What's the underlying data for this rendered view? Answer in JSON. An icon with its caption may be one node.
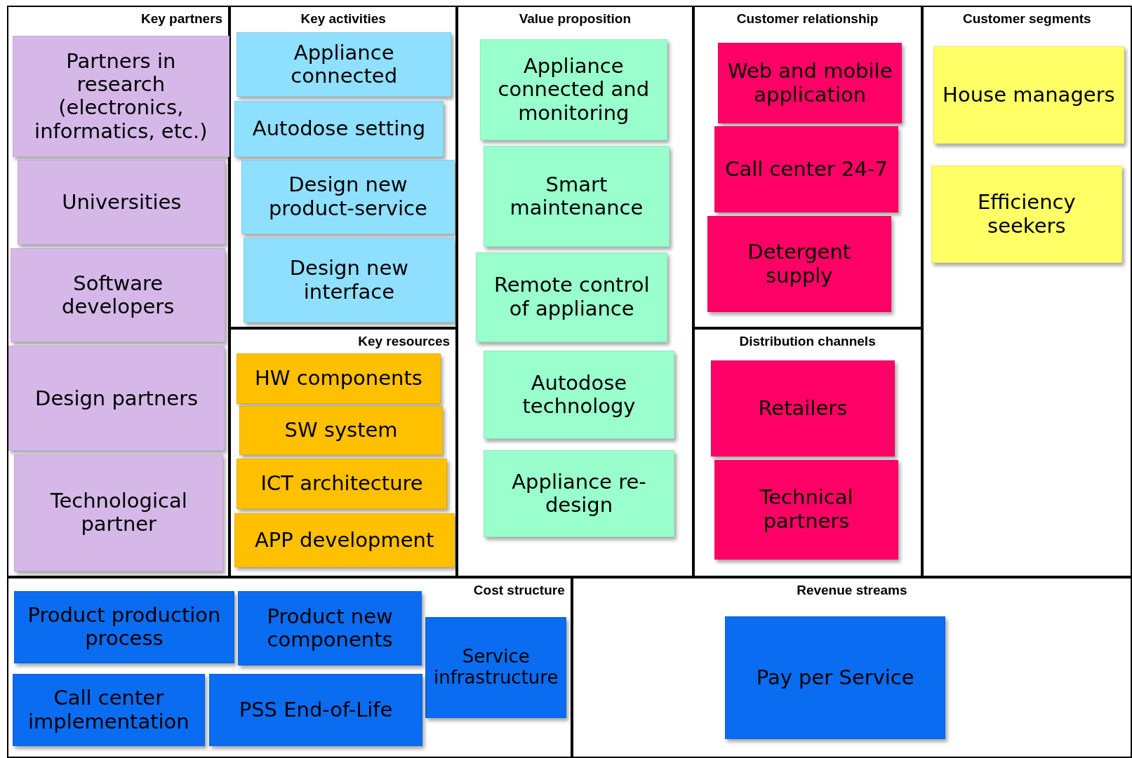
{
  "diagram": {
    "nodes": [
      {
        "text": [
          "Key partners"
        ]
      },
      {
        "text": [
          "Partners in research (electronics, informatics, etc.)"
        ],
        "in": 0
      },
      {
        "text": [
          "Universities"
        ],
        "in": 0
      },
      {
        "text": [
          "Software developers"
        ],
        "in": 0
      },
      {
        "text": [
          "Design partners"
        ],
        "in": 0
      },
      {
        "text": [
          "Technological partner"
        ],
        "in": 0
      },
      {
        "text": [
          "Key activities"
        ]
      },
      {
        "text": [
          "Appliance connected"
        ],
        "in": 6
      },
      {
        "text": [
          "Autodose setting"
        ],
        "in": 6
      },
      {
        "text": [
          "Design new product-service"
        ],
        "in": 6
      },
      {
        "text": [
          "Design new interface"
        ],
        "in": 6
      },
      {
        "text": [
          "Key resources"
        ]
      },
      {
        "text": [
          "HW components"
        ],
        "in": 11
      },
      {
        "text": [
          "SW system"
        ],
        "in": 11
      },
      {
        "text": [
          "ICT architecture"
        ],
        "in": 11
      },
      {
        "text": [
          "APP development"
        ],
        "in": 11
      },
      {
        "text": [
          "Value proposition"
        ]
      },
      {
        "text": [
          "Appliance connected and monitoring"
        ],
        "in": 16
      },
      {
        "text": [
          "Smart maintenance"
        ],
        "in": 16
      },
      {
        "text": [
          "Remote control of appliance"
        ],
        "in": 16
      },
      {
        "text": [
          "Autodose technology"
        ],
        "in": 16
      },
      {
        "text": [
          "Appliance re-design"
        ],
        "in": 16
      },
      {
        "text": [
          "Customer relationship"
        ]
      },
      {
        "text": [
          "Web and mobile application"
        ],
        "in": 22
      },
      {
        "text": [
          "Call center 24-7"
        ],
        "in": 22
      },
      {
        "text": [
          "Detergent supply"
        ],
        "in": 22
      },
      {
        "text": [
          "Distribution channels"
        ]
      },
      {
        "text": [
          "Retailers"
        ],
        "in": 26
      },
      {
        "text": [
          "Technical partners"
        ],
        "in": 26
      },
      {
        "text": [
          "Customer segments"
        ]
      },
      {
        "text": [
          "House managers"
        ],
        "in": 29
      },
      {
        "text": [
          "Efficiency seekers"
        ],
        "in": 29
      },
      {
        "text": [
          "Cost structure"
        ]
      },
      {
        "text": [
          "Product production process"
        ],
        "in": 32
      },
      {
        "text": [
          "Product new components"
        ],
        "in": 32
      },
      {
        "text": [
          "Service infrastructure"
        ],
        "in": 32
      },
      {
        "text": [
          "Call center implementation"
        ],
        "in": 32
      },
      {
        "text": [
          "PSS End-of-Life"
        ],
        "in": 32
      },
      {
        "text": [
          "Revenue streams"
        ]
      },
      {
        "text": [
          "Pay per Service"
        ],
        "in": 38
      }
    ]
  }
}
